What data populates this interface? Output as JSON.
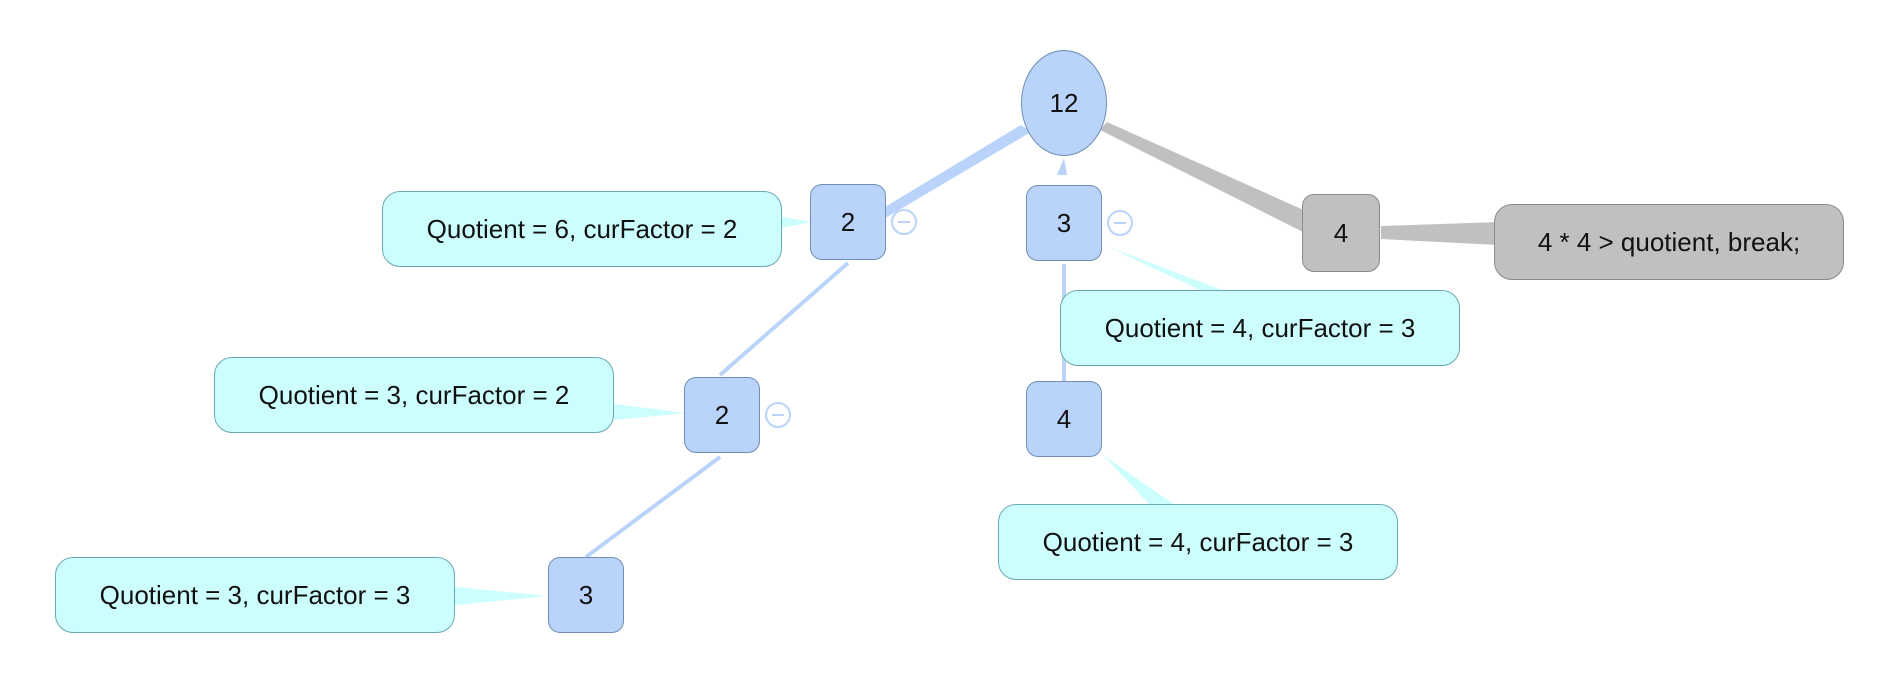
{
  "nodes": {
    "root": "12",
    "n2a": "2",
    "n2b": "2",
    "n3a": "3",
    "n3b": "3",
    "n4a": "4",
    "n4b": "4"
  },
  "notes": {
    "n2a": "Quotient = 6, curFactor = 2",
    "n2b": "Quotient = 3, curFactor = 2",
    "n3b": "Quotient = 3, curFactor = 3",
    "n3a": "Quotient = 4, curFactor = 3",
    "n4a": "Quotient = 4, curFactor = 3",
    "n4b": "4 * 4 > quotient, break;"
  },
  "colors": {
    "node_fill": "#b9d3fa",
    "note_fill": "#ccfefe",
    "gray_fill": "#c0c0c0",
    "edge_blue": "#b9d3fa",
    "note_link": "#ccfefe"
  }
}
